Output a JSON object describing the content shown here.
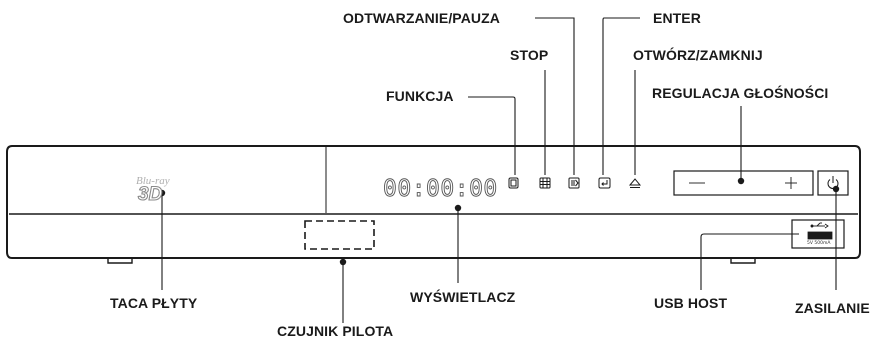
{
  "labels": {
    "play_pause": "ODTWARZANIE/PAUZA",
    "enter": "ENTER",
    "stop": "STOP",
    "open_close": "OTWÓRZ/ZAMKNIJ",
    "function": "FUNKCJA",
    "volume": "REGULACJA GŁOŚNOŚCI",
    "disc_tray": "TACA PŁYTY",
    "display": "WYŚWIETLACZ",
    "usb_host": "USB HOST",
    "power": "ZASILANIE",
    "remote_sensor": "CZUJNIK PILOTA"
  },
  "device": {
    "logo_top": "Blu-ray",
    "logo_bottom": "3D",
    "display_digits": "00:00:00",
    "volume_minus": "—",
    "volume_plus": "+",
    "usb_spec": "5V 500mA"
  },
  "icons": [
    "function-icon",
    "stop-icon",
    "play-pause-icon",
    "enter-icon",
    "eject-icon",
    "power-icon",
    "usb-icon"
  ],
  "colors": {
    "outline": "#1a1a1a",
    "leader": "#1a1a1a",
    "body": "#ffffff"
  }
}
